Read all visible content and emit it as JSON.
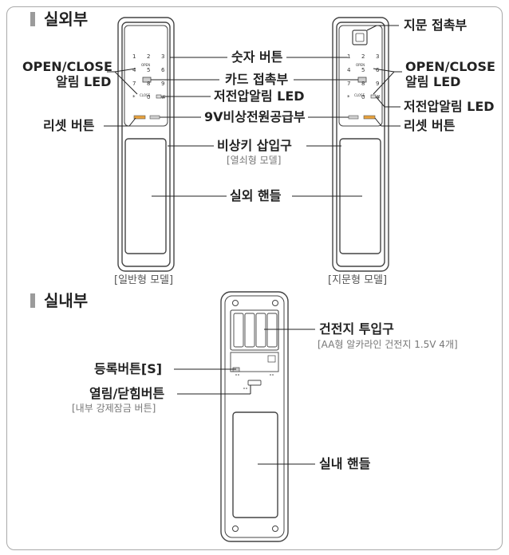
{
  "sections": {
    "outdoor_title": "실외부",
    "indoor_title": "실내부"
  },
  "outdoor": {
    "fingerprint_reader": "지문 접촉부",
    "number_buttons": "숫자 버튼",
    "open_close_led_left_line1": "OPEN/CLOSE",
    "open_close_led_left_line2": "알림 LED",
    "open_close_led_right_line1": "OPEN/CLOSE",
    "open_close_led_right_line2": "알림 LED",
    "card_reader": "카드 접촉부",
    "low_voltage_led_center": "저전압알림 LED",
    "low_voltage_led_right": "저전압알림 LED",
    "reset_button_left": "리셋 버튼",
    "reset_button_right": "리셋 버튼",
    "emergency_power": "9V비상전원공급부",
    "emergency_key": "비상키 삽입구",
    "emergency_key_note": "[열쇠형 모델]",
    "outdoor_handle": "실외 핸들",
    "model_general": "[일반형 모델]",
    "model_fingerprint": "[지문형 모델]"
  },
  "keypad": {
    "keys": [
      "1",
      "2",
      "3",
      "4",
      "5",
      "6",
      "7",
      "8",
      "9",
      "*",
      "0",
      "#"
    ],
    "open_text": "OPEN",
    "close_text": "CLOSE"
  },
  "indoor": {
    "battery_slot": "건전지 투입구",
    "battery_note": "[AA형 알카라인 건전지 1.5V 4개]",
    "register_button": "등록버튼[S]",
    "open_close_button": "열림/닫힘버튼",
    "open_close_note": "[내부 강제잠금 버튼]",
    "indoor_handle": "실내 핸들"
  },
  "colors": {
    "outline": "#444444",
    "lead_line": "#222222",
    "title_bar": "#9b9b9b",
    "frame": "#a9a9a9",
    "pad_gray": "#cfcfcf",
    "led_orange": "#e8a23c"
  }
}
